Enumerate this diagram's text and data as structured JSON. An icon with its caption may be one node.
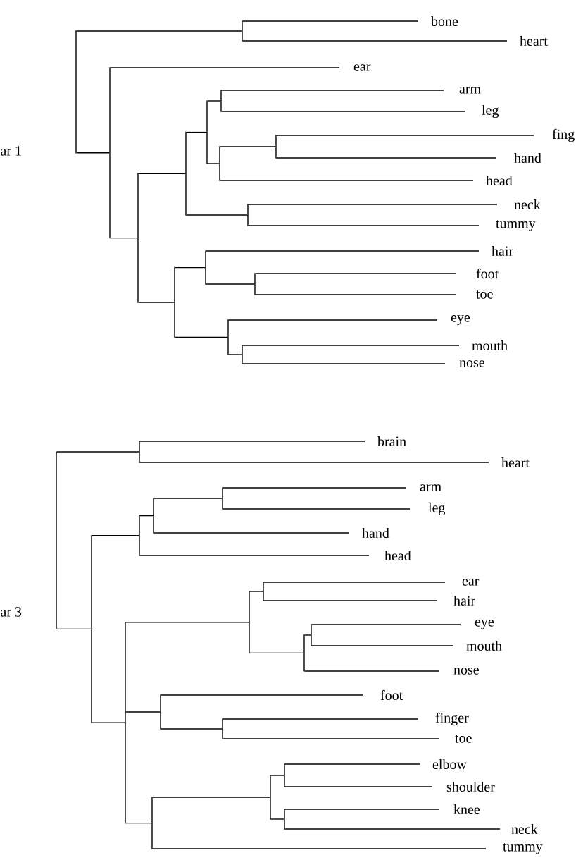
{
  "diagram": {
    "nodes": [
      {
        "text": [
          "bone"
        ]
      },
      {
        "text": [
          "heart"
        ]
      },
      {
        "text": [
          "ear"
        ]
      },
      {
        "text": [
          "arm"
        ]
      },
      {
        "text": [
          "leg"
        ]
      },
      {
        "text": [
          "fing"
        ]
      },
      {
        "text": [
          "hand"
        ]
      },
      {
        "text": [
          "head"
        ]
      },
      {
        "text": [
          "neck"
        ]
      },
      {
        "text": [
          "tummy"
        ]
      },
      {
        "text": [
          "hair"
        ]
      },
      {
        "text": [
          "foot"
        ]
      },
      {
        "text": [
          "toe"
        ]
      },
      {
        "text": [
          "eye"
        ]
      },
      {
        "text": [
          "mouth"
        ]
      },
      {
        "text": [
          "nose"
        ]
      },
      {
        "text": [],
        "shape": "line"
      },
      {
        "text": [],
        "shape": "line"
      },
      {
        "text": [],
        "shape": "line"
      },
      {
        "text": [],
        "shape": "line"
      },
      {
        "text": [],
        "shape": "line"
      },
      {
        "text": [],
        "shape": "line"
      },
      {
        "text": [],
        "shape": "line"
      },
      {
        "text": [],
        "shape": "line"
      },
      {
        "text": [],
        "shape": "line"
      },
      {
        "text": [],
        "shape": "line"
      },
      {
        "text": [],
        "shape": "line"
      },
      {
        "text": [],
        "shape": "line"
      },
      {
        "text": [],
        "shape": "line"
      },
      {
        "text": [],
        "shape": "line"
      },
      {
        "text": [],
        "shape": "line"
      },
      {
        "text": [
          "brain"
        ]
      },
      {
        "text": [
          "heart"
        ]
      },
      {
        "text": [
          "arm"
        ]
      },
      {
        "text": [
          "leg"
        ]
      },
      {
        "text": [
          "hand"
        ]
      },
      {
        "text": [
          "head"
        ]
      },
      {
        "text": [
          "ear"
        ]
      },
      {
        "text": [
          "hair"
        ]
      },
      {
        "text": [
          "eye"
        ]
      },
      {
        "text": [
          "mouth"
        ]
      },
      {
        "text": [
          "nose"
        ]
      },
      {
        "text": [
          "foot"
        ]
      },
      {
        "text": [
          "finger"
        ]
      },
      {
        "text": [
          "toe"
        ]
      },
      {
        "text": [
          "elbow"
        ]
      },
      {
        "text": [
          "shoulder"
        ]
      },
      {
        "text": [
          "knee"
        ]
      },
      {
        "text": [
          "neck"
        ]
      },
      {
        "text": [
          "tummy"
        ]
      },
      {
        "text": [],
        "shape": "line"
      },
      {
        "text": [],
        "shape": "line"
      },
      {
        "text": [],
        "shape": "line"
      },
      {
        "text": [],
        "shape": "line"
      },
      {
        "text": [],
        "shape": "line"
      },
      {
        "text": [],
        "shape": "line"
      },
      {
        "text": [],
        "shape": "line"
      },
      {
        "text": [],
        "shape": "line"
      },
      {
        "text": [],
        "shape": "line"
      },
      {
        "text": [],
        "shape": "line"
      },
      {
        "text": [],
        "shape": "line"
      },
      {
        "text": [],
        "shape": "line"
      },
      {
        "text": [],
        "shape": "line"
      },
      {
        "text": [],
        "shape": "line"
      },
      {
        "text": [],
        "shape": "line"
      },
      {
        "text": [],
        "shape": "line"
      },
      {
        "text": [],
        "shape": "line"
      }
    ],
    "edges": [
      {
        "from": 16,
        "to": 26,
        "arrow": "none"
      },
      {
        "from": 16,
        "to": 17,
        "arrow": "none"
      },
      {
        "from": 26,
        "to": 0,
        "arrow": "none"
      },
      {
        "from": 26,
        "to": 1,
        "arrow": "none"
      },
      {
        "from": 17,
        "to": 2,
        "arrow": "none"
      },
      {
        "from": 17,
        "to": 18,
        "arrow": "none"
      },
      {
        "from": 18,
        "to": 20,
        "arrow": "none"
      },
      {
        "from": 18,
        "to": 19,
        "arrow": "none"
      },
      {
        "from": 20,
        "to": 22,
        "arrow": "none"
      },
      {
        "from": 20,
        "to": 28,
        "arrow": "none"
      },
      {
        "from": 22,
        "to": 24,
        "arrow": "none"
      },
      {
        "from": 22,
        "to": 23,
        "arrow": "none"
      },
      {
        "from": 24,
        "to": 3,
        "arrow": "none"
      },
      {
        "from": 24,
        "to": 4,
        "arrow": "none"
      },
      {
        "from": 23,
        "to": 30,
        "arrow": "none"
      },
      {
        "from": 23,
        "to": 7,
        "arrow": "none"
      },
      {
        "from": 30,
        "to": 5,
        "arrow": "none"
      },
      {
        "from": 30,
        "to": 6,
        "arrow": "none"
      },
      {
        "from": 28,
        "to": 8,
        "arrow": "none"
      },
      {
        "from": 28,
        "to": 9,
        "arrow": "none"
      },
      {
        "from": 19,
        "to": 21,
        "arrow": "none"
      },
      {
        "from": 19,
        "to": 25,
        "arrow": "none"
      },
      {
        "from": 21,
        "to": 10,
        "arrow": "none"
      },
      {
        "from": 21,
        "to": 29,
        "arrow": "none"
      },
      {
        "from": 29,
        "to": 11,
        "arrow": "none"
      },
      {
        "from": 29,
        "to": 12,
        "arrow": "none"
      },
      {
        "from": 25,
        "to": 13,
        "arrow": "none"
      },
      {
        "from": 25,
        "to": 27,
        "arrow": "none"
      },
      {
        "from": 27,
        "to": 14,
        "arrow": "none"
      },
      {
        "from": 27,
        "to": 15,
        "arrow": "none"
      },
      {
        "from": 50,
        "to": 53,
        "arrow": "none"
      },
      {
        "from": 50,
        "to": 51,
        "arrow": "none"
      },
      {
        "from": 53,
        "to": 31,
        "arrow": "none"
      },
      {
        "from": 53,
        "to": 32,
        "arrow": "none"
      },
      {
        "from": 51,
        "to": 54,
        "arrow": "none"
      },
      {
        "from": 51,
        "to": 52,
        "arrow": "none"
      },
      {
        "from": 54,
        "to": 56,
        "arrow": "none"
      },
      {
        "from": 54,
        "to": 36,
        "arrow": "none"
      },
      {
        "from": 56,
        "to": 58,
        "arrow": "none"
      },
      {
        "from": 56,
        "to": 35,
        "arrow": "none"
      },
      {
        "from": 58,
        "to": 33,
        "arrow": "none"
      },
      {
        "from": 58,
        "to": 34,
        "arrow": "none"
      },
      {
        "from": 52,
        "to": 60,
        "arrow": "none"
      },
      {
        "from": 52,
        "to": 57,
        "arrow": "none"
      },
      {
        "from": 52,
        "to": 55,
        "arrow": "none"
      },
      {
        "from": 60,
        "to": 61,
        "arrow": "none"
      },
      {
        "from": 60,
        "to": 65,
        "arrow": "none"
      },
      {
        "from": 61,
        "to": 37,
        "arrow": "none"
      },
      {
        "from": 61,
        "to": 38,
        "arrow": "none"
      },
      {
        "from": 65,
        "to": 66,
        "arrow": "none"
      },
      {
        "from": 65,
        "to": 41,
        "arrow": "none"
      },
      {
        "from": 66,
        "to": 39,
        "arrow": "none"
      },
      {
        "from": 66,
        "to": 40,
        "arrow": "none"
      },
      {
        "from": 57,
        "to": 42,
        "arrow": "none"
      },
      {
        "from": 57,
        "to": 59,
        "arrow": "none"
      },
      {
        "from": 59,
        "to": 43,
        "arrow": "none"
      },
      {
        "from": 59,
        "to": 44,
        "arrow": "none"
      },
      {
        "from": 55,
        "to": 62,
        "arrow": "none"
      },
      {
        "from": 55,
        "to": 49,
        "arrow": "none"
      },
      {
        "from": 62,
        "to": 63,
        "arrow": "none"
      },
      {
        "from": 62,
        "to": 64,
        "arrow": "none"
      },
      {
        "from": 63,
        "to": 45,
        "arrow": "none"
      },
      {
        "from": 63,
        "to": 46,
        "arrow": "none"
      },
      {
        "from": 64,
        "to": 47,
        "arrow": "none"
      },
      {
        "from": 64,
        "to": 48,
        "arrow": "none"
      }
    ],
    "labels": [
      "ar 1",
      "ar 3"
    ]
  }
}
